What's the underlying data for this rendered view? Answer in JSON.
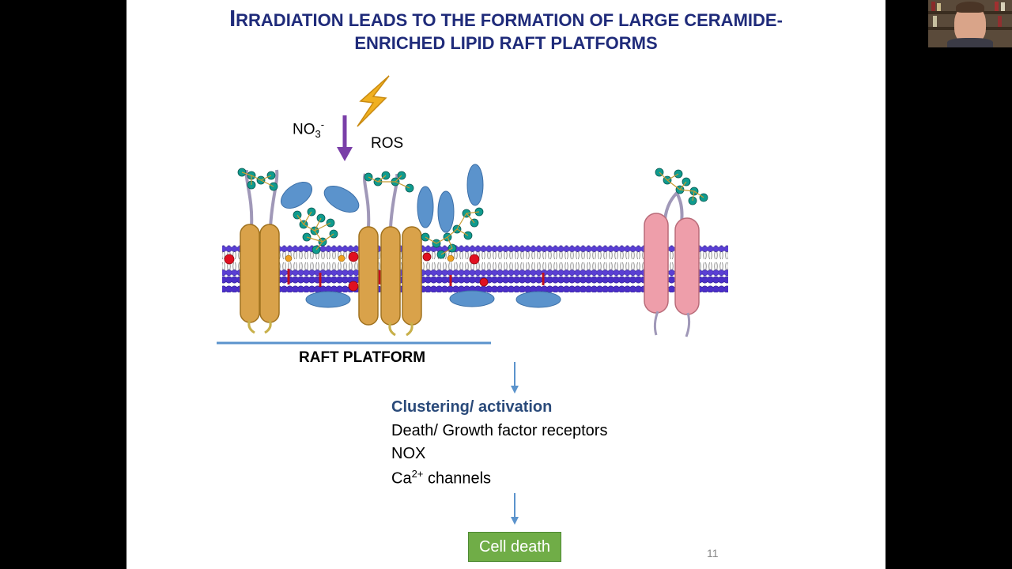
{
  "slide": {
    "title_line1_cap": "I",
    "title_line1_rest": "RRADIATION LEADS TO THE FORMATION OF  LARGE CERAMIDE-",
    "title_line2": "ENRICHED LIPID RAFT PLATFORMS",
    "no3_main": "NO",
    "no3_sub": "3",
    "no3_sup": "-",
    "ros": "ROS",
    "raft_platform": "RAFT PLATFORM",
    "cluster_heading": "Clustering/ activation",
    "items": {
      "death_receptors": "Death/ Growth factor receptors",
      "nox": "NOX",
      "ca_main": "Ca",
      "ca_sup": "2+",
      "ca_rest": " channels"
    },
    "cell_death": "Cell death",
    "page_number": "11"
  },
  "colors": {
    "title": "#1f2b7a",
    "heading": "#2a4a7a",
    "receptor_orange": "#d9a24a",
    "receptor_pink": "#ee9eaa",
    "membrane_purple": "#4b2fc7",
    "blue_protein": "#5b93cc",
    "glycan_teal": "#0f9b8e",
    "arrow_purple": "#7a3fa8",
    "lightning": "#f0b020",
    "cell_death_green": "#70ad47"
  },
  "icons": [
    "lightning-icon",
    "down-arrow-icon",
    "webcam-presenter"
  ]
}
